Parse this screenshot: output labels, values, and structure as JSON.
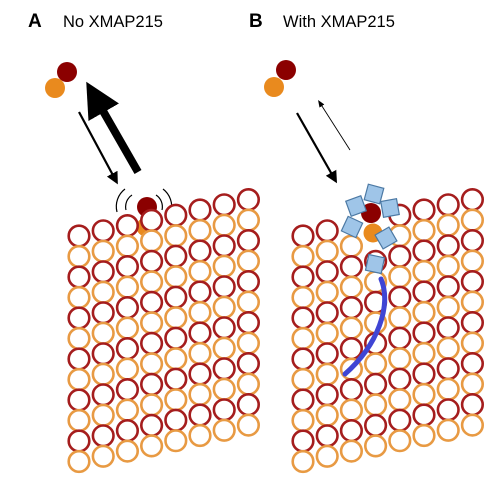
{
  "panels": [
    {
      "letter": "A",
      "caption": "No XMAP215"
    },
    {
      "letter": "B",
      "caption": "With XMAP215"
    }
  ],
  "colors": {
    "alpha_tubulin": "#8b0000",
    "beta_tubulin": "#e98a1e",
    "dark_ring": "#a51d1d",
    "light_ring": "#e89a43",
    "xmap215_domain": "#9fc5e8",
    "xmap215_domain_border": "#4c79a4",
    "xmap215_linker": "#3f45d4",
    "arrow": "#000000"
  },
  "icons": {
    "tubulin_dimer": "dimer-icon",
    "microtubule_lattice": "lattice-icon",
    "arrow": "arrow-icon",
    "xmap215": "xmap215-icon"
  }
}
